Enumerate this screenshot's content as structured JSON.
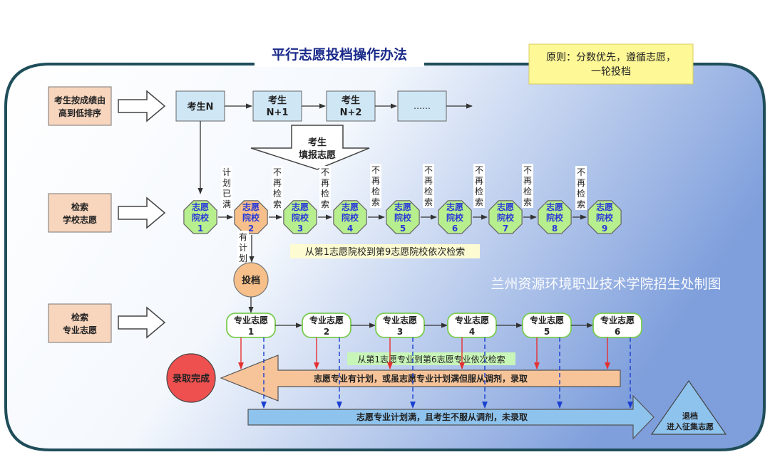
{
  "title": "平行志愿投档操作办法",
  "principle": [
    "原则：分数优先，遵循志愿，",
    "一轮投档"
  ],
  "watermark": "兰州资源环境职业技术学院招生处制图",
  "left_boxes": {
    "sort": [
      "考生按成绩由",
      "高到低排序"
    ],
    "school": [
      "检索",
      "学校志愿"
    ],
    "major": [
      "检索",
      "专业志愿"
    ]
  },
  "students": [
    {
      "lines": [
        "考生N"
      ]
    },
    {
      "lines": [
        "考生",
        "N+1"
      ]
    },
    {
      "lines": [
        "考生",
        "N+2"
      ]
    },
    {
      "lines": [
        "……"
      ]
    }
  ],
  "fill_arrow": [
    "考生",
    "填报志愿"
  ],
  "schools": [
    {
      "l1": "志愿",
      "l2": "院校",
      "num": "1"
    },
    {
      "l1": "志愿",
      "l2": "院校",
      "num": "2"
    },
    {
      "l1": "志愿",
      "l2": "院校",
      "num": "3"
    },
    {
      "l1": "志愿",
      "l2": "院校",
      "num": "4"
    },
    {
      "l1": "志愿",
      "l2": "院校",
      "num": "5"
    },
    {
      "l1": "志愿",
      "l2": "院校",
      "num": "6"
    },
    {
      "l1": "志愿",
      "l2": "院校",
      "num": "7"
    },
    {
      "l1": "志愿",
      "l2": "院校",
      "num": "8"
    },
    {
      "l1": "志愿",
      "l2": "院校",
      "num": "9"
    }
  ],
  "plan_full": [
    "计",
    "划",
    "已",
    "满"
  ],
  "no_search": [
    "不",
    "再",
    "检",
    "索"
  ],
  "has_plan": [
    "有",
    "计",
    "划"
  ],
  "school_search_note": "从第1志愿院校到第9志愿院校依次检索",
  "toudang": "投档",
  "majors": [
    {
      "label": "专业志愿",
      "num": "1"
    },
    {
      "label": "专业志愿",
      "num": "2"
    },
    {
      "label": "专业志愿",
      "num": "3"
    },
    {
      "label": "专业志愿",
      "num": "4"
    },
    {
      "label": "专业志愿",
      "num": "5"
    },
    {
      "label": "专业志愿",
      "num": "6"
    }
  ],
  "major_search_note": "从第1志愿专业到第6志愿专业依次检索",
  "admit_arrow": "志愿专业有计划，或虽志愿专业计划满但服从调剂，录取",
  "admit_done": "录取完成",
  "reject_arrow": "志愿专业计划满，且考生不服从调剂，未录取",
  "withdraw": [
    "退档",
    "进入征集志愿"
  ],
  "colors": {
    "frame": "#1f4e5a",
    "student_fill": "#cfe6f5",
    "school_fill": "#b8ef8e",
    "school_hit": "#f7c08a",
    "admit_arrow": "#f7c49a",
    "reject_arrow": "#8ec3ee",
    "done": "#ee5050",
    "principle_bg": "#fef896"
  }
}
